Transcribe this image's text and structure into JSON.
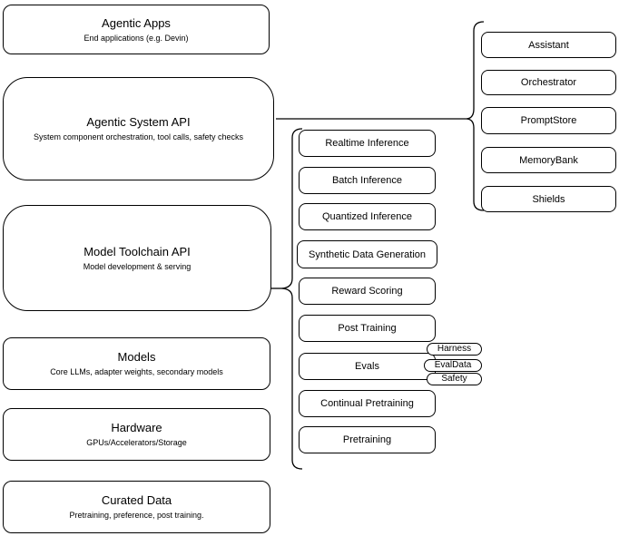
{
  "left_column": {
    "boxes": [
      {
        "title": "Agentic Apps",
        "subtitle": "End applications (e.g. Devin)"
      },
      {
        "title": "Agentic System API",
        "subtitle": "System component orchestration, tool calls, safety checks"
      },
      {
        "title": "Model Toolchain API",
        "subtitle": "Model development & serving"
      },
      {
        "title": "Models",
        "subtitle": "Core LLMs, adapter weights, secondary models"
      },
      {
        "title": "Hardware",
        "subtitle": "GPUs/Accelerators/Storage"
      },
      {
        "title": "Curated Data",
        "subtitle": "Pretraining, preference, post training."
      }
    ]
  },
  "toolchain_group": {
    "items": [
      "Realtime Inference",
      "Batch Inference",
      "Quantized Inference",
      "Synthetic Data Generation",
      "Reward Scoring",
      "Post Training",
      "Evals",
      "Continual Pretraining",
      "Pretraining"
    ],
    "evals_tags": [
      "Harness",
      "EvalData",
      "Safety"
    ]
  },
  "system_group": {
    "items": [
      "Assistant",
      "Orchestrator",
      "PromptStore",
      "MemoryBank",
      "Shields"
    ]
  },
  "colors": {
    "stroke": "#000000",
    "background": "#ffffff",
    "text": "#000000"
  }
}
